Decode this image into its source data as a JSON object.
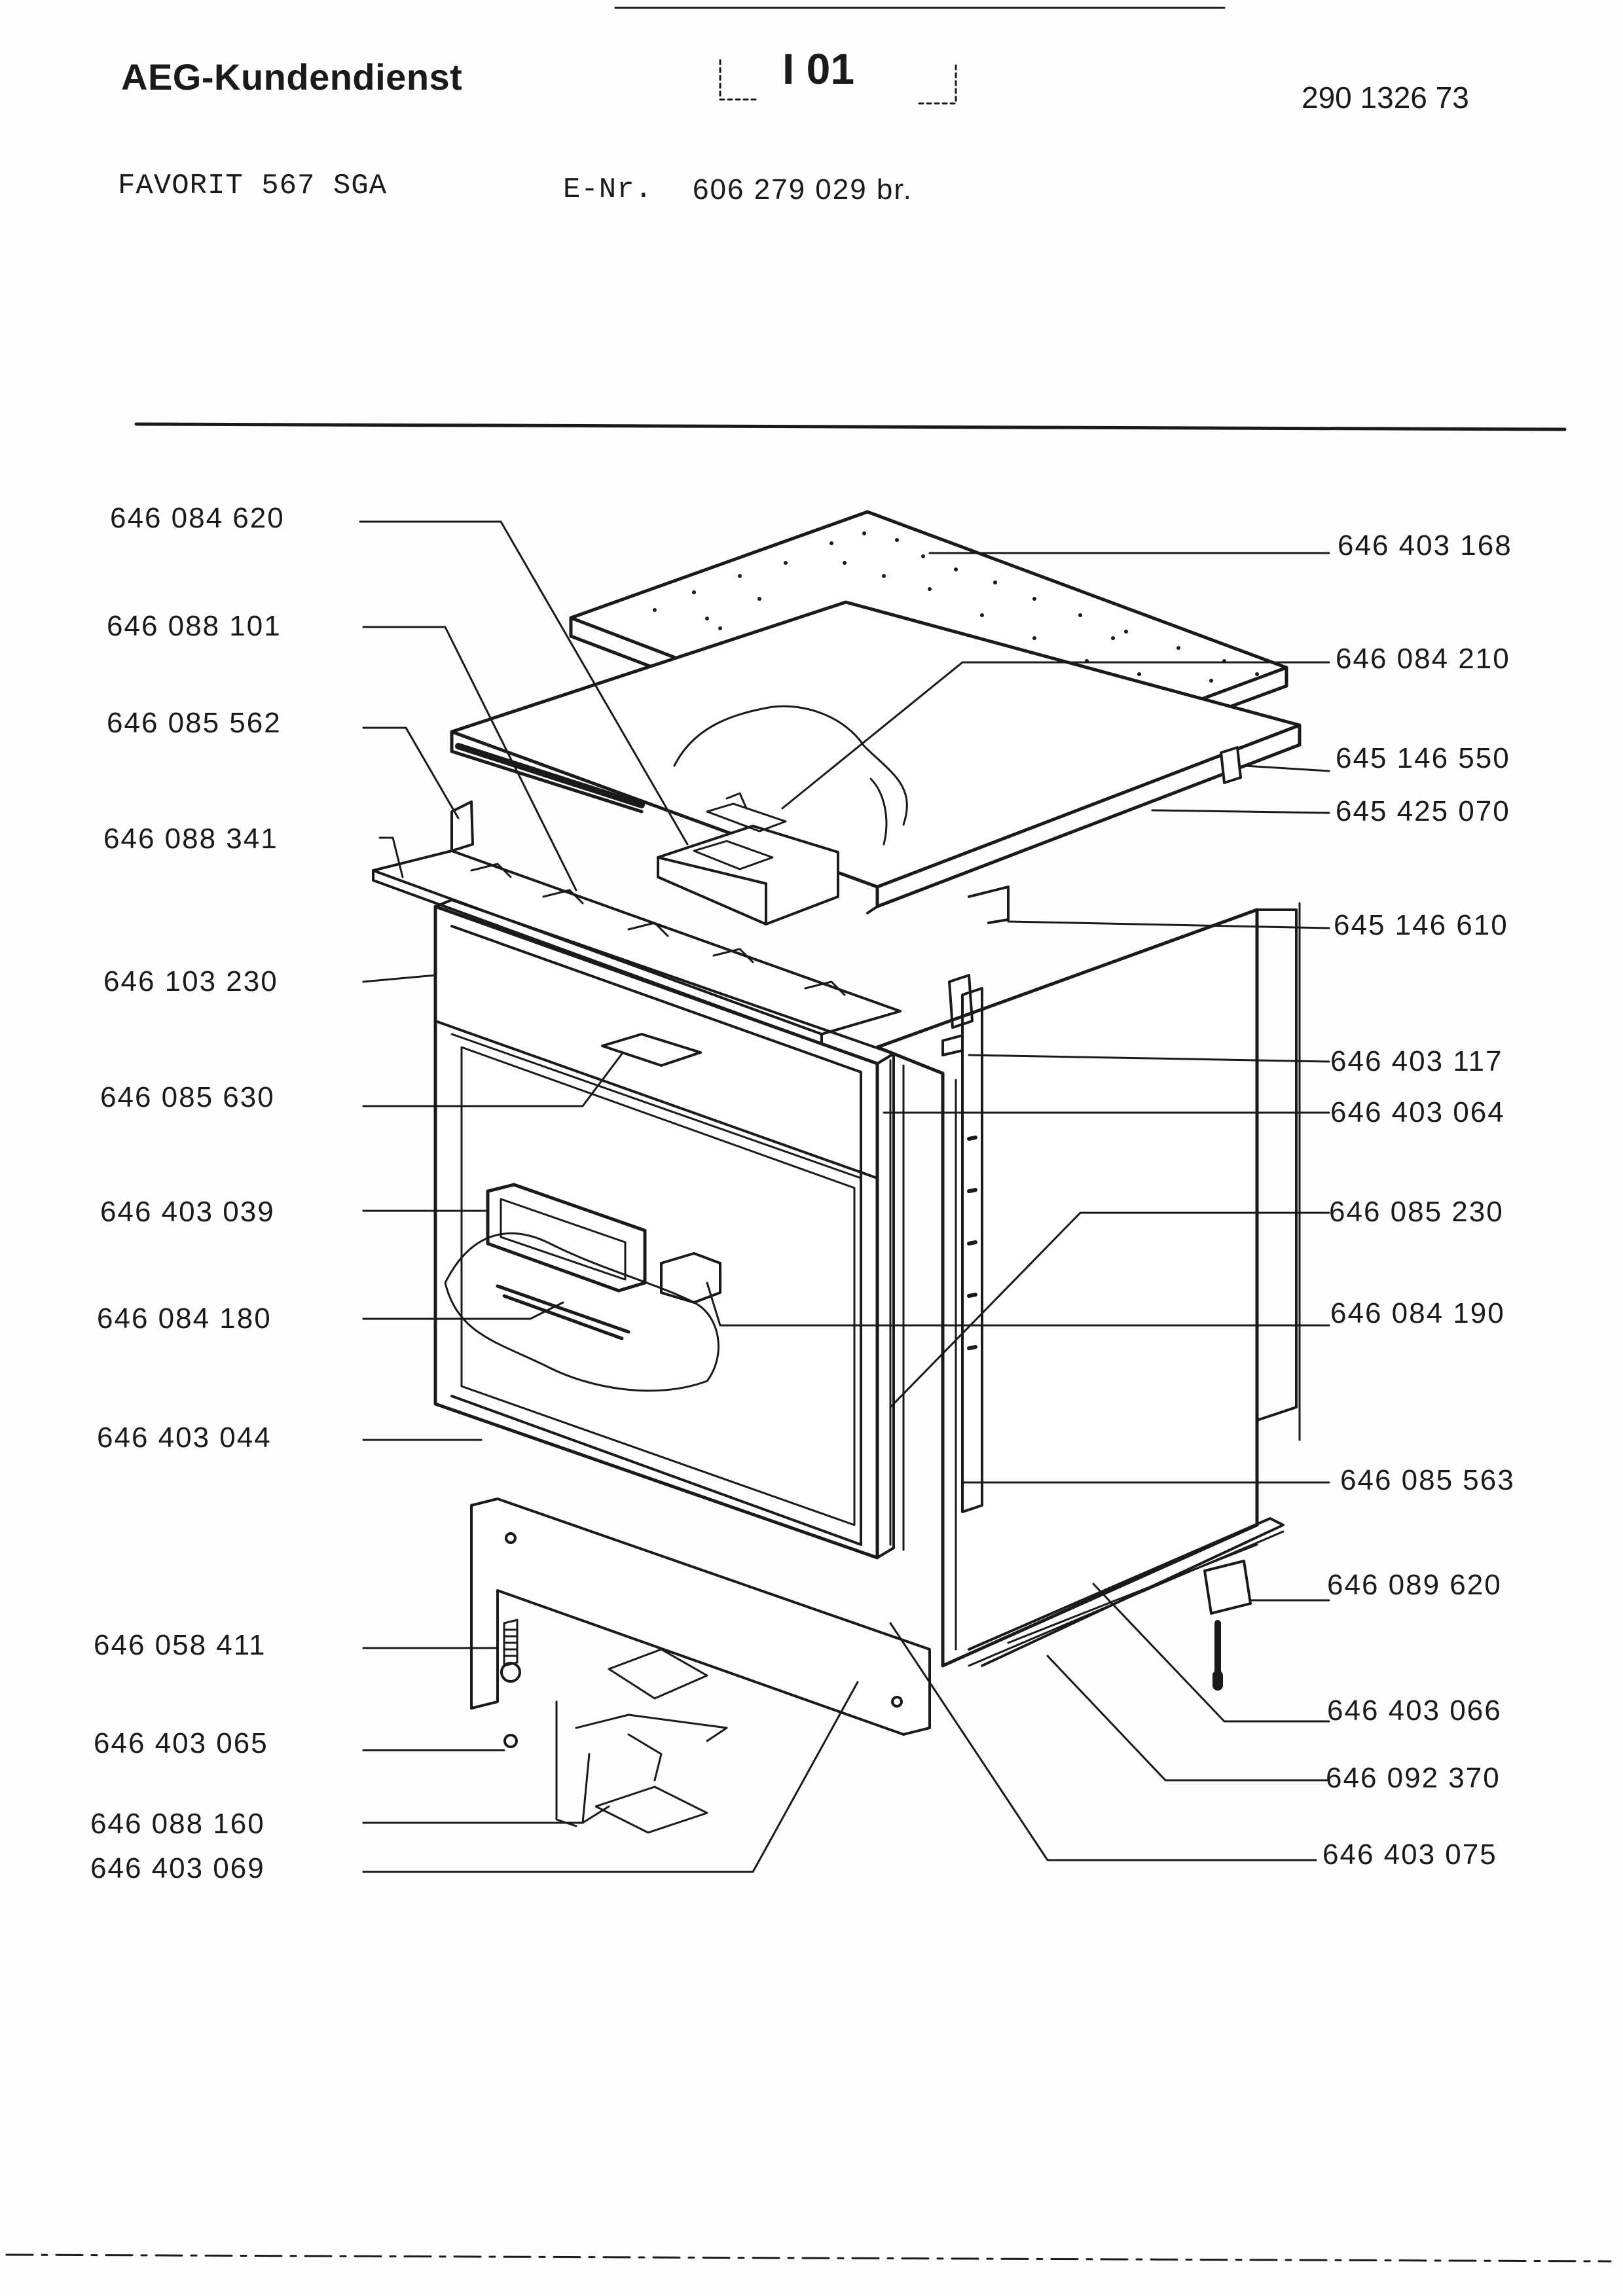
{
  "header": {
    "brand": "AEG-Kundendienst",
    "section": "I 01",
    "doc_number": "290 1326 73"
  },
  "model": {
    "name": "FAVORIT 567 SGA",
    "e_nr_label": "E-Nr.",
    "e_nr_value": "606 279 029 br."
  },
  "parts_left": [
    "646 084 620",
    "646 088 101",
    "646 085 562",
    "646 088 341",
    "646 103 230",
    "646 085 630",
    "646 403 039",
    "646 084 180",
    "646 403 044",
    "646 058 411",
    "646 403 065",
    "646 088 160",
    "646 403 069"
  ],
  "parts_right": [
    "646 403 168",
    "646 084 210",
    "645 146 550",
    "645 425 070",
    "645 146 610",
    "646 403 117",
    "646 403 064",
    "646 085 230",
    "646 084 190",
    "646 085 563",
    "646 089 620",
    "646 403 066",
    "646 092 370",
    "646 403 075"
  ]
}
